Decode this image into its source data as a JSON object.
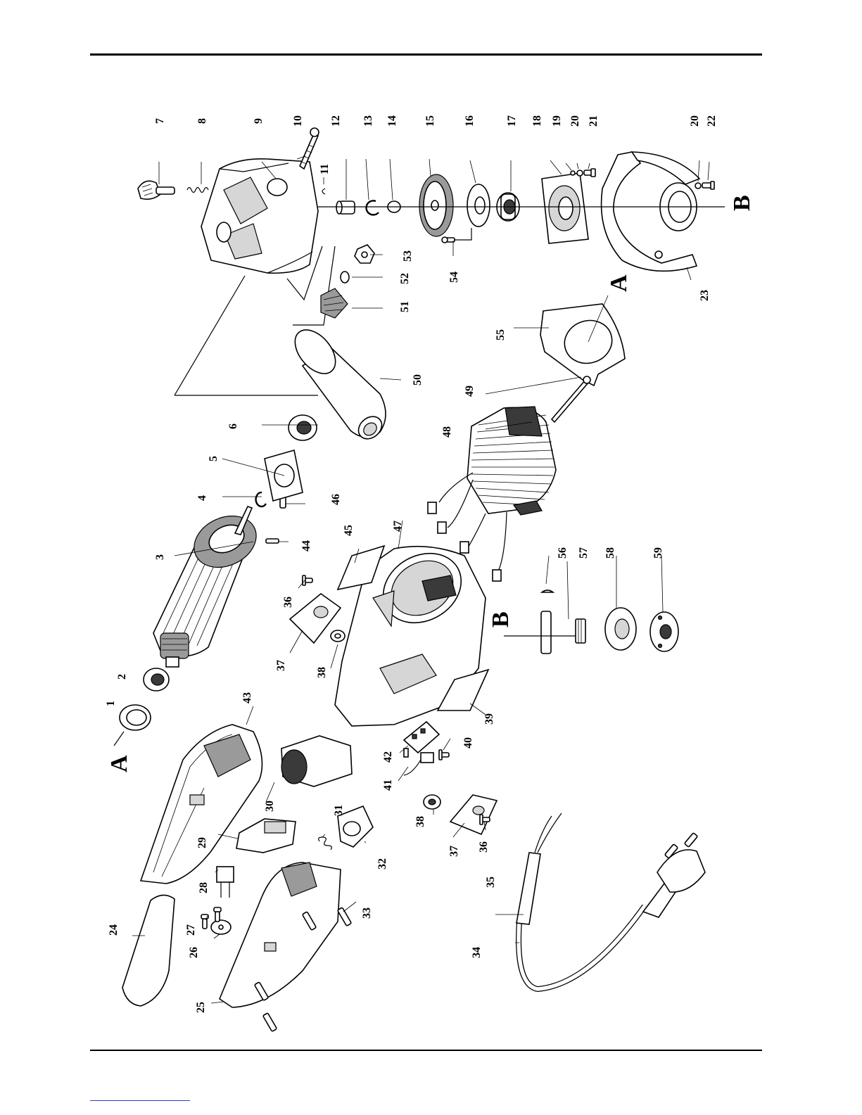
{
  "section_labels": [
    "A",
    "A",
    "B",
    "B"
  ],
  "callouts": [
    "1",
    "2",
    "3",
    "4",
    "5",
    "6",
    "7",
    "8",
    "9",
    "10",
    "11",
    "12",
    "13",
    "14",
    "15",
    "16",
    "17",
    "18",
    "19",
    "20",
    "21",
    "20",
    "22",
    "23",
    "24",
    "25",
    "26",
    "27",
    "28",
    "29",
    "30",
    "31",
    "32",
    "33",
    "34",
    "35",
    "36",
    "37",
    "38",
    "39",
    "40",
    "41",
    "42",
    "43",
    "44",
    "45",
    "46",
    "47",
    "48",
    "49",
    "50",
    "51",
    "52",
    "53",
    "54",
    "55",
    "56",
    "57",
    "58",
    "59",
    "37",
    "38",
    "36"
  ]
}
